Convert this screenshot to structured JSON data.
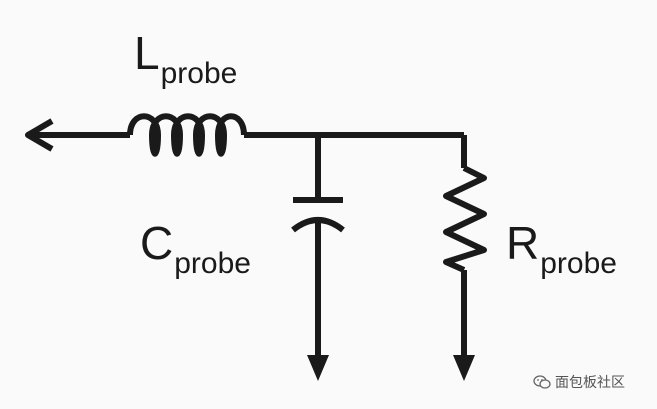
{
  "labels": {
    "inductor": {
      "main": "L",
      "sub": "probe"
    },
    "capacitor": {
      "main": "C",
      "sub": "probe"
    },
    "resistor": {
      "main": "R",
      "sub": "probe"
    }
  },
  "watermark": {
    "text": "面包板社区",
    "icon": "wechat-icon"
  },
  "colors": {
    "line": "#1a1a1a",
    "background": "#fafafa"
  }
}
